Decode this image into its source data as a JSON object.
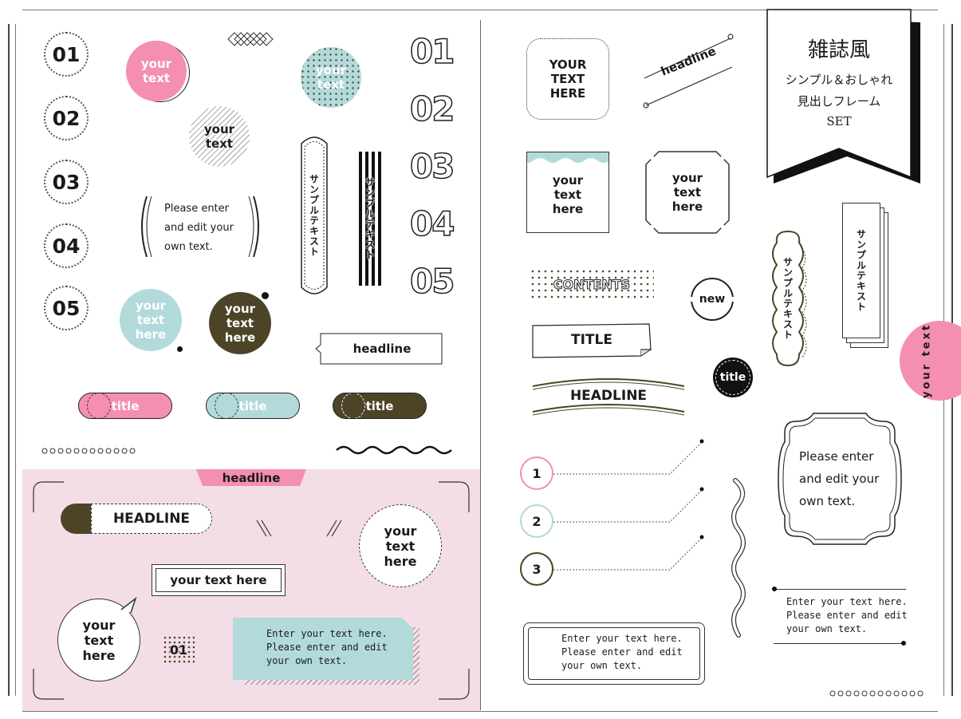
{
  "colors": {
    "pink": "#f48fb1",
    "mint": "#b3dadb",
    "olive": "#4d4427",
    "lightpink": "#f3dde6",
    "black": "#111111"
  },
  "numbers": [
    "01",
    "02",
    "03",
    "04",
    "05"
  ],
  "outlined_numbers": [
    "01",
    "02",
    "03",
    "04",
    "05"
  ],
  "circles": {
    "pink": "your\ntext",
    "hatched": "your\ntext",
    "dots": "your\ntext",
    "mint": "your\ntext\nhere",
    "olive": "your\ntext\nhere"
  },
  "bracket_text": "Please enter\nand edit your\nown text.",
  "vertical_texts": {
    "frame": "サンプルテキスト",
    "stripes": "サンプルテキスト",
    "wavy": "サンプルテキスト",
    "stack": "サンプルテキスト"
  },
  "left": {
    "headline_tag": "headline",
    "pills": [
      "title",
      "title",
      "title"
    ]
  },
  "pink_panel": {
    "banner": "headline",
    "headline_pill": "HEADLINE",
    "your_text_here": "your text here",
    "dashed_circle": "your\ntext\nhere",
    "bubble": "your\ntext\nhere",
    "dot_number": "01",
    "note": "Enter your text here.\nPlease enter and edit\nyour own text."
  },
  "right": {
    "dotted_frame": "YOUR\nTEXT\nHERE",
    "slanted": "headline",
    "wave_box": "your\ntext\nhere",
    "octagon": "your\ntext\nhere",
    "contents": "CONTENTS",
    "new": "new",
    "title_ribbon": "TITLE",
    "title_badge": "title",
    "headline_arc": "HEADLINE",
    "list_numbers": [
      "1",
      "2",
      "3"
    ],
    "ornate_text": "Please enter\nand edit your\nown text.",
    "framed_note": "Enter your text here.\nPlease enter and edit\nyour own text.",
    "line_note": "Enter your text here.\nPlease enter and edit\nyour own text.",
    "side_tab": "your text"
  },
  "title_card": {
    "line1": "雑誌風",
    "line2": "シンプル＆おしゃれ",
    "line3": "見出しフレーム",
    "line4": "SET"
  }
}
